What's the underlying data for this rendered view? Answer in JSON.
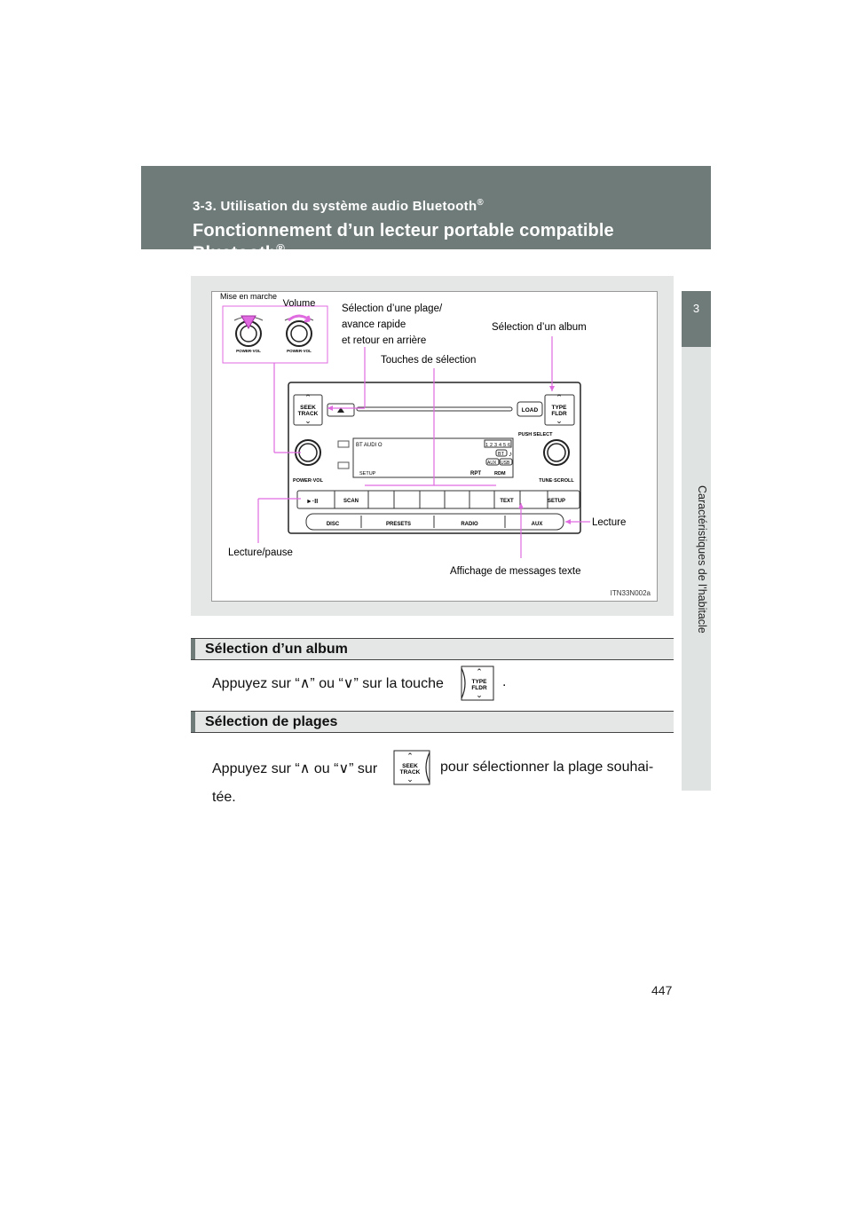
{
  "header": {
    "section": "3-3. Utilisation du système audio Bluetooth",
    "title": "Fonctionnement d’un lecteur portable compatible Bluetooth",
    "reg_mark": "®"
  },
  "side": {
    "chapter_number": "3",
    "chapter_label": "Caractéristiques de l’habitacle"
  },
  "figure": {
    "code": "ITN33N002a",
    "callouts": {
      "power_on": "Mise en marche",
      "volume": "Volume",
      "track_select_l1": "Sélection d’une plage/",
      "track_select_l2": "avance rapide",
      "track_select_l3": "et retour en arrière",
      "album_select": "Sélection d’un album",
      "preset_keys": "Touches de sélection",
      "play_pause": "Lecture/pause",
      "play": "Lecture",
      "text_display": "Affichage de messages texte"
    },
    "unit": {
      "seek_l1": "SEEK",
      "seek_l2": "TRACK",
      "type_l1": "TYPE",
      "type_l2": "FLDR",
      "load": "LOAD",
      "push_select": "PUSH SELECT",
      "power_vol": "POWER·VOL",
      "tune_scroll": "TUNE·SCROLL",
      "display_source": "BT  AUDI O",
      "display_setup": "SETUP",
      "display_rpt": "RPT",
      "display_rdm": "RDM",
      "disc_slots": [
        "1",
        "2",
        "3",
        "4",
        "5",
        "6"
      ],
      "bt_badge": "BT",
      "aux_badge": "AUX",
      "usb_badge": "USB",
      "play_pause_key": "►·II",
      "scan": "SCAN",
      "text": "TEXT",
      "setup": "SETUP",
      "disc": "DISC",
      "presets": "PRESETS",
      "radio": "RADIO",
      "aux": "AUX",
      "knob_label": "POWER·VOL"
    }
  },
  "sections": [
    {
      "heading": "Sélection d’un album",
      "line1_before": "Appuyez sur “∧” ou “∨” sur la touche",
      "line1_after": ".",
      "button_top": "TYPE",
      "button_bottom": "FLDR"
    },
    {
      "heading": "Sélection de plages",
      "line1_before": "Appuyez sur “∧ ou “∨” sur",
      "line1_after": "pour sélectionner la plage souhai-",
      "line2": "tée.",
      "button_top": "SEEK",
      "button_bottom": "TRACK"
    }
  ],
  "page_number": "447"
}
